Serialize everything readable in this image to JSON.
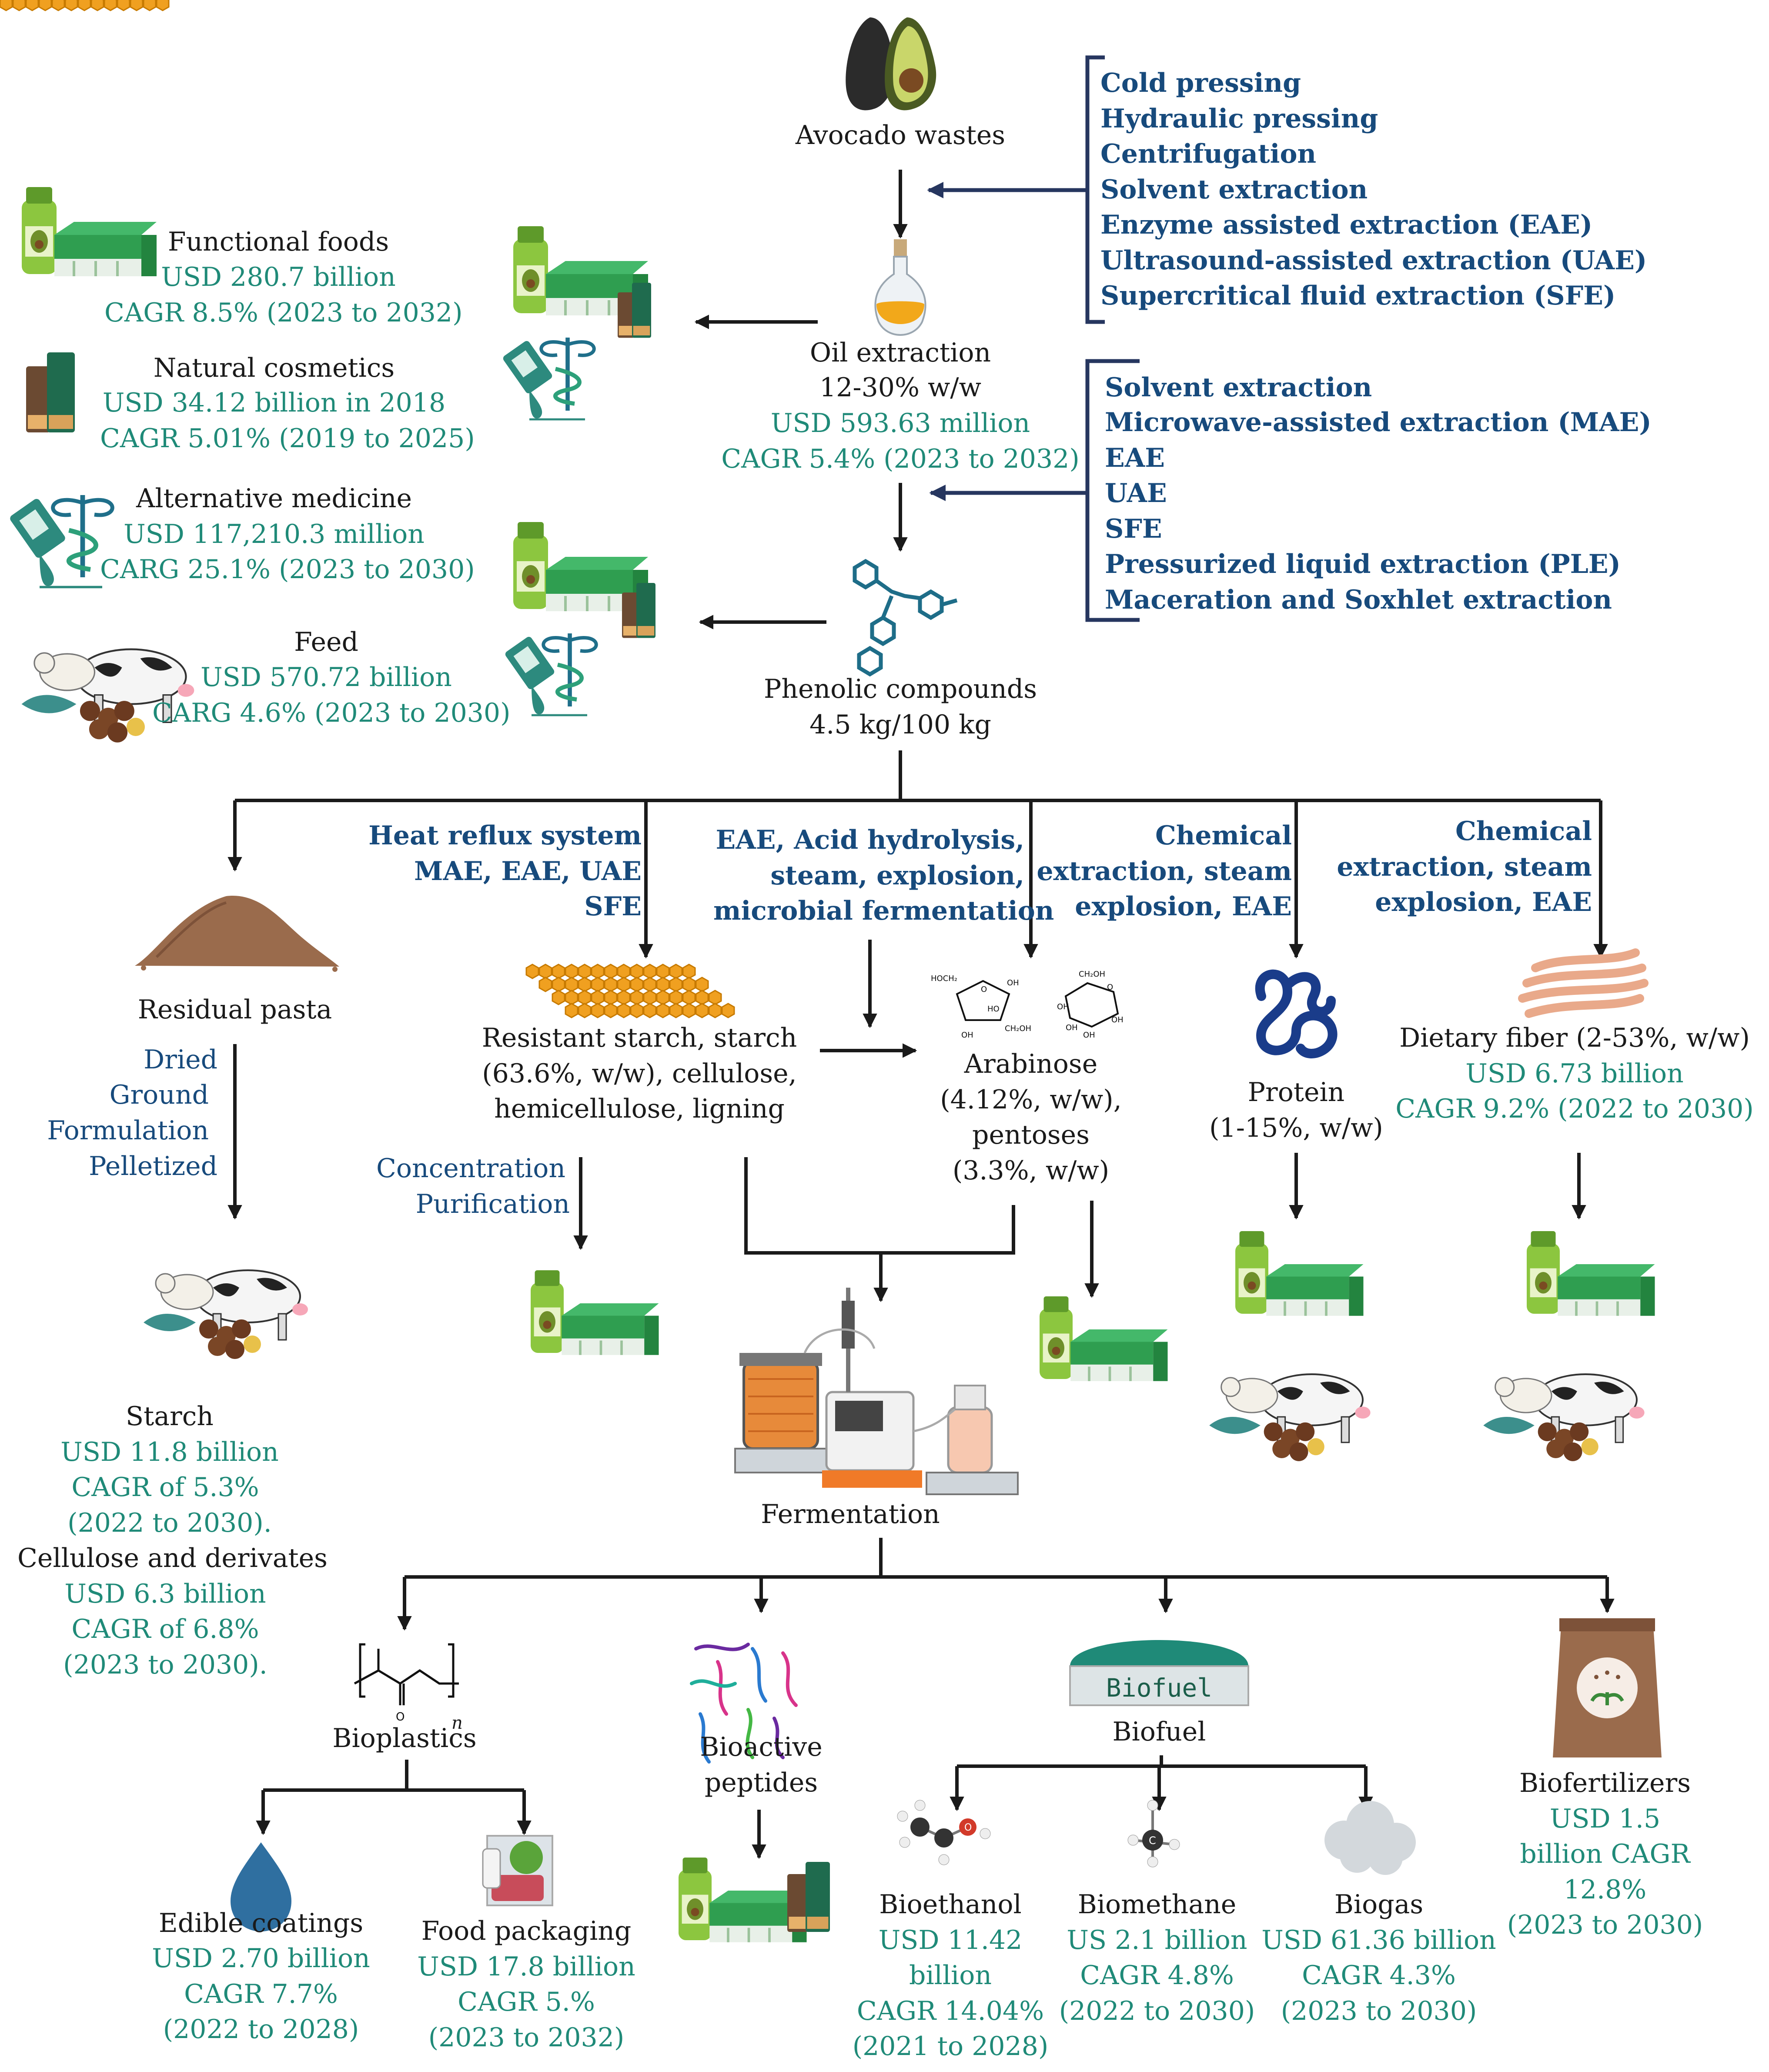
{
  "colors": {
    "arrow": "#1a1a1a",
    "bracket": "#26365f",
    "market": "#1f8a78",
    "method": "#174a7c",
    "drink_green": "#8cc63f",
    "cosmetic_brown": "#6b4a32",
    "medicine_teal": "#2d8a7e",
    "avocado_dark": "#2b2b2b",
    "avocado_light": "#c9d66a",
    "pasta_brown": "#9a6b4c",
    "starch_orange": "#f0a020",
    "biofuel_teal": "#1f8a78"
  },
  "top": {
    "source_label": "Avocado wastes",
    "oil_methods": [
      "Cold pressing",
      "Hydraulic pressing",
      "Centrifugation",
      "Solvent extraction",
      "Enzyme assisted extraction (EAE)",
      "Ultrasound-assisted extraction (UAE)",
      "Supercritical fluid extraction (SFE)"
    ],
    "oil": {
      "label": "Oil extraction",
      "yield": "12-30% w/w",
      "market": "USD 593.63 million",
      "cagr": "CAGR 5.4% (2023 to 2032)"
    },
    "phenolic_methods": [
      "Solvent extraction",
      "Microwave-assisted extraction (MAE)",
      "EAE",
      "UAE",
      "SFE",
      "Pressurized liquid extraction (PLE)",
      "Maceration and Soxhlet extraction"
    ],
    "phenolic": {
      "label": "Phenolic compounds",
      "yield": "4.5 kg/100 kg"
    }
  },
  "markets": {
    "functional_foods": {
      "label": "Functional foods",
      "value": "USD 280.7 billion",
      "cagr": "CAGR 8.5% (2023 to 2032)"
    },
    "natural_cosmetics": {
      "label": "Natural cosmetics",
      "value": "USD 34.12 billion in 2018",
      "cagr": "CAGR 5.01% (2019 to 2025)"
    },
    "alternative_medicine": {
      "label": "Alternative medicine",
      "value": "USD 117,210.3 million",
      "cagr": "CARG 25.1% (2023 to 2030)"
    },
    "feed": {
      "label": "Feed",
      "value": "USD 570.72 billion",
      "cagr": "CARG 4.6% (2023 to 2030)"
    }
  },
  "branches": {
    "residual_pasta": {
      "label": "Residual pasta",
      "steps": [
        "Dried",
        "Ground",
        "Formulation",
        "Pelletized"
      ]
    },
    "starch_methods": [
      "Heat reflux system",
      "MAE, EAE, UAE",
      "SFE"
    ],
    "starch": {
      "lines": [
        "Resistant starch, starch",
        "(63.6%, w/w), cellulose,",
        "hemicellulose, ligning"
      ],
      "steps": [
        "Concentration",
        "Purification"
      ]
    },
    "arabinose_methods": [
      "EAE, Acid hydrolysis,",
      "steam, explosion,",
      "microbial fermentation"
    ],
    "arabinose": {
      "lines": [
        "Arabinose",
        "(4.12%, w/w),",
        "pentoses",
        "(3.3%, w/w)"
      ]
    },
    "protein_methods": [
      "Chemical",
      "extraction, steam",
      "explosion, EAE"
    ],
    "protein": {
      "lines": [
        "Protein",
        "(1-15%, w/w)"
      ]
    },
    "fiber_methods": [
      "Chemical",
      "extraction, steam",
      "explosion, EAE"
    ],
    "fiber": {
      "label": "Dietary fiber (2-53%, w/w)",
      "value": "USD 6.73 billion",
      "cagr": "CAGR 9.2% (2022 to 2030)"
    }
  },
  "starch_market": {
    "lines": [
      "Starch",
      "USD 11.8 billion",
      "CAGR of 5.3%",
      "(2022 to 2030).",
      "Cellulose and derivates",
      "USD 6.3 billion",
      "CAGR of 6.8%",
      "(2023 to 2030)."
    ]
  },
  "fermentation": {
    "label": "Fermentation"
  },
  "products": {
    "bioplastics": {
      "label": "Bioplastics",
      "subscript": "n"
    },
    "edible": {
      "label": "Edible coatings",
      "value": "USD 2.70 billion",
      "cagr": "CAGR 7.7%",
      "years": "(2022 to 2028)"
    },
    "packaging": {
      "label": "Food packaging",
      "value": "USD 17.8 billion",
      "cagr": "CAGR 5.%",
      "years": "(2023 to 2032)"
    },
    "peptides": {
      "lines": [
        "Bioactive",
        "peptides"
      ]
    },
    "biofuel": {
      "label": "Biofuel",
      "tank_text": "Biofuel"
    },
    "bioethanol": {
      "label": "Bioethanol",
      "lines": [
        "USD 11.42",
        "billion",
        "CAGR 14.04%",
        "(2021 to 2028)"
      ]
    },
    "biomethane": {
      "label": "Biomethane",
      "lines": [
        "US 2.1 billion",
        "CAGR 4.8%",
        "(2022 to 2030)"
      ]
    },
    "biogas": {
      "label": "Biogas",
      "lines": [
        "USD 61.36 billion",
        "CAGR 4.3%",
        "(2023 to 2030)"
      ]
    },
    "biofertilizers": {
      "label": "Biofertilizers",
      "lines": [
        "USD 1.5",
        "billion CAGR",
        "12.8%",
        "(2023 to 2030)"
      ]
    }
  },
  "molecules": {
    "arabinose_atoms": [
      "HOCH₂",
      "O",
      "OH",
      "HO",
      "OH",
      "CH₂OH",
      "CH₂OH",
      "O",
      "OH",
      "OH",
      "OH",
      "OH"
    ],
    "ethanol_atom": "O",
    "methane_atoms": [
      "C",
      "H",
      "H",
      "H",
      "H"
    ],
    "polymer_atom": "O"
  }
}
